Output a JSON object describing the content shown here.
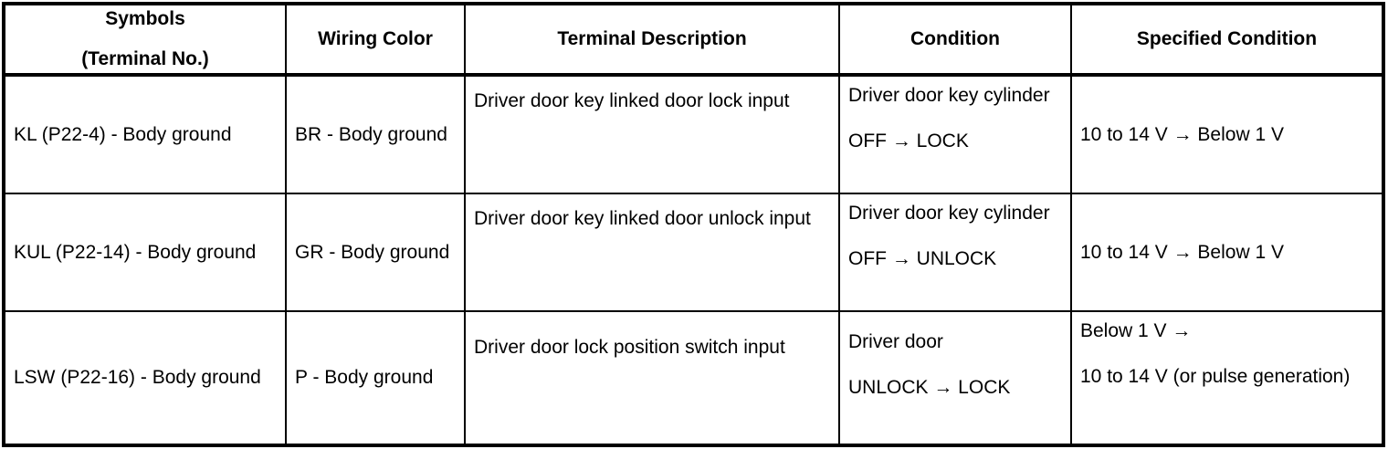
{
  "table": {
    "headers": [
      {
        "line1": "Symbols",
        "line2": "(Terminal No.)"
      },
      {
        "line1": "Wiring Color",
        "line2": ""
      },
      {
        "line1": "Terminal Description",
        "line2": ""
      },
      {
        "line1": "Condition",
        "line2": ""
      },
      {
        "line1": "Specified Condition",
        "line2": ""
      }
    ],
    "rows": [
      {
        "symbols": "KL (P22-4) - Body ground",
        "wiring_color": "BR - Body ground",
        "terminal_description": "Driver door key linked door lock input",
        "condition_line1": "Driver door key cylinder",
        "condition_line2": "OFF → LOCK",
        "specified_line1": "10 to 14 V → Below 1 V",
        "specified_line2": ""
      },
      {
        "symbols": "KUL (P22-14) - Body ground",
        "wiring_color": "GR - Body ground",
        "terminal_description": "Driver door key linked door unlock input",
        "condition_line1": "Driver door key cylinder",
        "condition_line2": "OFF → UNLOCK",
        "specified_line1": "10 to 14 V → Below 1 V",
        "specified_line2": ""
      },
      {
        "symbols": "LSW (P22-16) - Body ground",
        "wiring_color": "P - Body ground",
        "terminal_description": "Driver door lock position switch input",
        "condition_line1": "Driver door",
        "condition_line2": "UNLOCK → LOCK",
        "specified_line1": "Below 1 V →",
        "specified_line2": "10 to 14 V (or pulse generation)"
      }
    ]
  },
  "colors": {
    "border": "#000000",
    "text": "#000000",
    "background": "#ffffff"
  }
}
